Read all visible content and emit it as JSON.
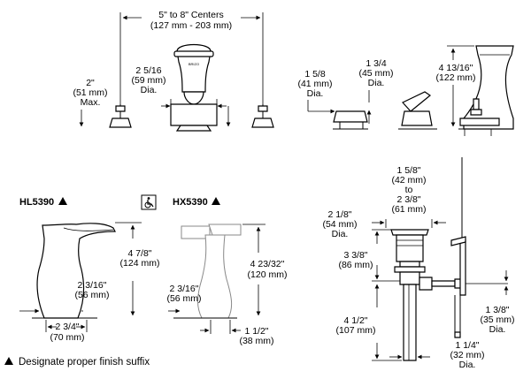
{
  "top": {
    "centers": [
      "5\" to 8\" Centers",
      "(127 mm - 203 mm)"
    ],
    "max_height": [
      "2\"",
      "(51 mm)",
      "Max."
    ],
    "spout_dia": [
      "2 5/16",
      "(59 mm)",
      "Dia."
    ],
    "base_a": [
      "1 5/8",
      "(41 mm)",
      "Dia."
    ],
    "base_b": [
      "1 3/4",
      "(45 mm)",
      "Dia."
    ],
    "spout_height": [
      "4 13/16\"",
      "(122 mm)"
    ]
  },
  "hl5390": {
    "model": "HL5390",
    "height": [
      "4 7/8\"",
      "(124 mm)"
    ],
    "reach": [
      "2 3/16\"",
      "(56 mm)"
    ],
    "base": [
      "2 3/4\"",
      "(70 mm)"
    ]
  },
  "hx5390": {
    "model": "HX5390",
    "height": [
      "4 23/32\"",
      "(120 mm)"
    ],
    "reach": [
      "2 3/16\"",
      "(56 mm)"
    ],
    "base": [
      "1 1/2\"",
      "(38 mm)"
    ]
  },
  "drain": {
    "top_dia": [
      "1 5/8\"",
      "(42 mm)",
      "to",
      "2 3/8\"",
      "(61 mm)"
    ],
    "flange": [
      "2 1/8\"",
      "(54 mm)",
      "Dia."
    ],
    "body": [
      "3 3/8\"",
      "(86 mm)"
    ],
    "tail": [
      "4 1/2\"",
      "(107 mm)"
    ],
    "tail_dia": [
      "1 1/4\"",
      "(32 mm)",
      "Dia."
    ],
    "rod_dia": [
      "1 3/8\"",
      "(35 mm)",
      "Dia."
    ]
  },
  "icons": {
    "accessible": "wheelchair-icon",
    "finish_mark": "triangle-icon"
  },
  "footnote": "Designate proper finish suffix"
}
